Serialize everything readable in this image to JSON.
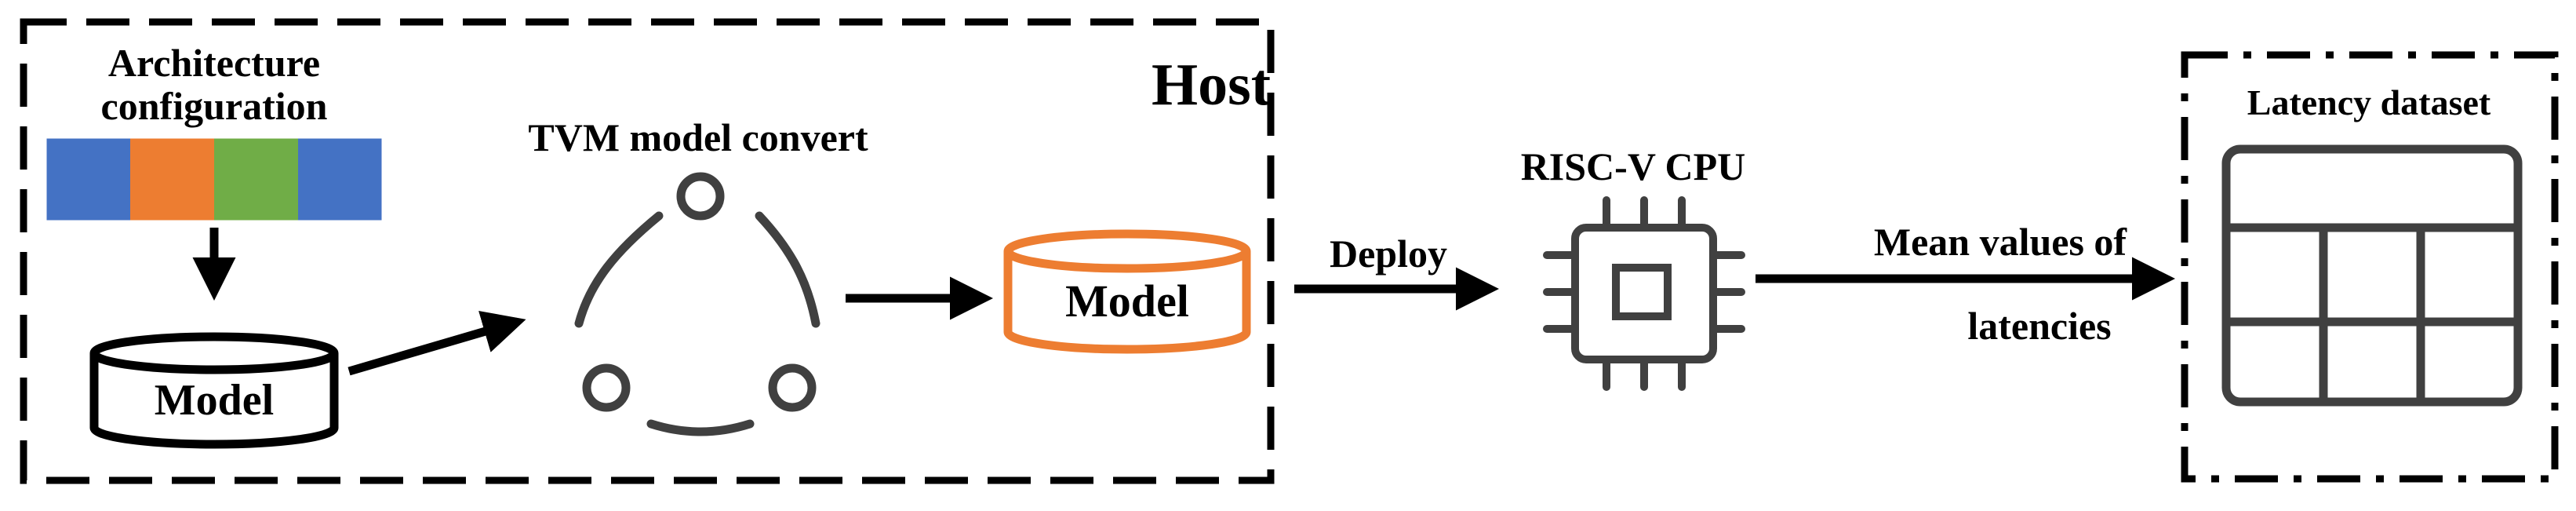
{
  "host": {
    "title": "Host",
    "arch_label_line1": "Architecture",
    "arch_label_line2": "configuration",
    "arch_colors": [
      "#4472C4",
      "#ED7D31",
      "#70AD47",
      "#4472C4"
    ],
    "model_label": "Model",
    "tvm_label": "TVM model convert",
    "converted_model_label": "Model",
    "converted_model_color": "#ED7D31"
  },
  "deploy_label": "Deploy",
  "cpu_label": "RISC-V CPU",
  "mean_label_line1": "Mean values of",
  "mean_label_line2": "latencies",
  "dataset": {
    "title": "Latency dataset"
  },
  "colors": {
    "line": "#000000",
    "icon": "#404040"
  }
}
